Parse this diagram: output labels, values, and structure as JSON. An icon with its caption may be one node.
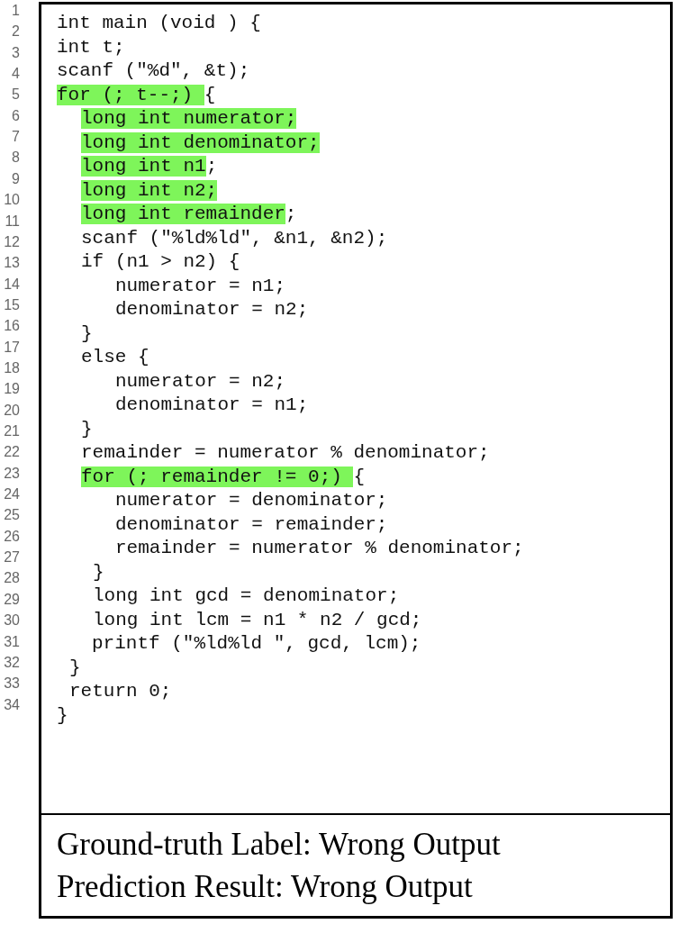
{
  "diagram": {
    "nodes": [
      {
        "text": [
          "int main (void ) {",
          "int t;",
          "scanf (\"%d\", &t);",
          "for (; t--;) {",
          "long int numerator;",
          "long int denominator;",
          "long int n1;",
          "long int n2;",
          "long int remainder;",
          "scanf (\"%ld%ld\", &n1, &n2);",
          "if (n1 > n2) {",
          "numerator = n1;",
          "denominator = n2;",
          "}",
          "else {",
          "numerator = n2;",
          "denominator = n1;",
          "}",
          "remainder = numerator % denominator;",
          "for (; remainder != 0;) {",
          "numerator = denominator;",
          "denominator = remainder;",
          "remainder = numerator % denominator;",
          "}",
          "long int gcd = denominator;",
          "long int lcm = n1 * n2 / gcd;",
          "printf (\"%ld%ld \", gcd, lcm);",
          "}",
          "return 0;",
          "}"
        ]
      },
      {
        "text": [
          "Ground-truth Label: Wrong Output",
          "Prediction Result: Wrong Output"
        ]
      }
    ],
    "labels": [
      "1",
      "2",
      "3",
      "4",
      "5",
      "6",
      "7",
      "8",
      "9",
      "10",
      "11",
      "12",
      "13",
      "14",
      "15",
      "16",
      "17",
      "18",
      "19",
      "20",
      "21",
      "22",
      "23",
      "24",
      "25",
      "26",
      "27",
      "28",
      "29",
      "30",
      "31",
      "32",
      "33",
      "34"
    ]
  }
}
